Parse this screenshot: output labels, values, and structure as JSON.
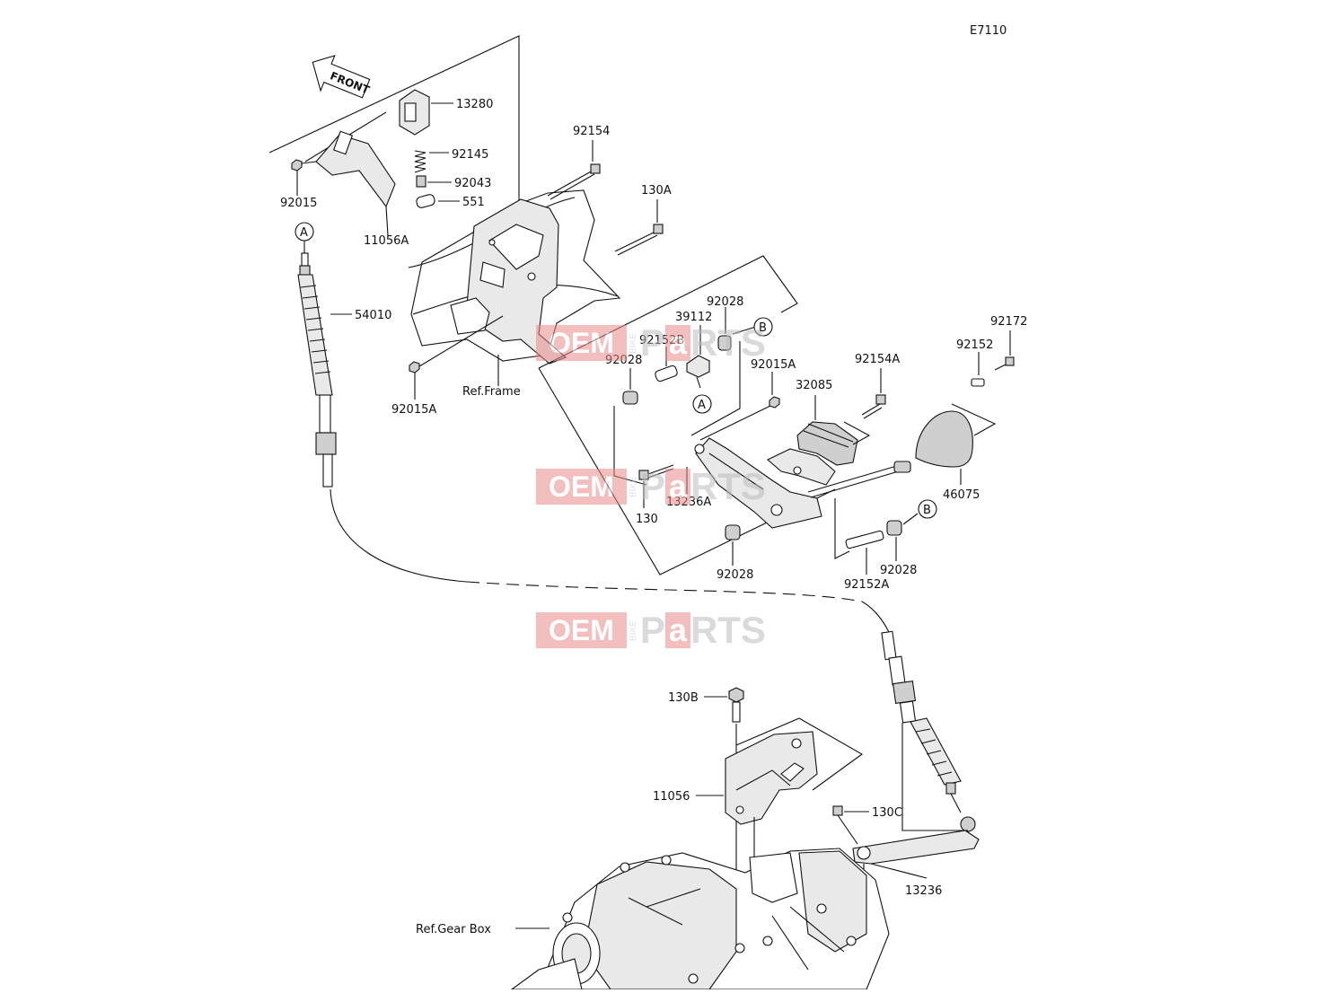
{
  "diagram_code": "E7110",
  "front_label": "FRONT",
  "callouts": {
    "A": "A",
    "B": "B"
  },
  "labels": {
    "p13280": "13280",
    "p92145": "92145",
    "p92043": "92043",
    "p551": "551",
    "p92015": "92015",
    "p11056A": "11056A",
    "p92154": "92154",
    "p130A": "130A",
    "p54010": "54010",
    "p92015A_left": "92015A",
    "ref_frame": "Ref.Frame",
    "p92028_top": "92028",
    "p39112": "39112",
    "p92152B": "92152B",
    "p92028_mid": "92028",
    "p92015A_mid": "92015A",
    "p92154A": "92154A",
    "p92172": "92172",
    "p92152": "92152",
    "p32085": "32085",
    "p130": "130",
    "p13236A": "13236A",
    "p46075": "46075",
    "p92028_bot": "92028",
    "p92028_right": "92028",
    "p92152A": "92152A",
    "p130B": "130B",
    "p11056": "11056",
    "p130C": "130C",
    "p13236": "13236",
    "ref_gearbox": "Ref.Gear Box"
  },
  "watermark": {
    "oem": "OEM",
    "bike": "BIKE",
    "p": "P",
    "a": "a",
    "rts": "RTS"
  }
}
